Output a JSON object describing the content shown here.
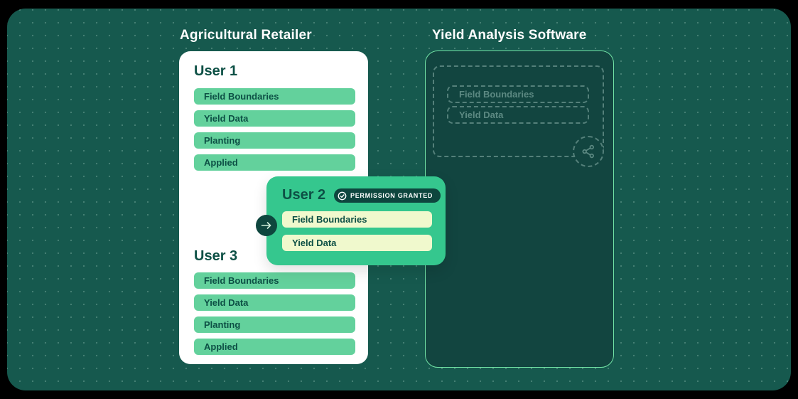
{
  "diagram": {
    "left_section": {
      "title": "Agricultural Retailer",
      "user1": {
        "name": "User 1",
        "items": [
          "Field Boundaries",
          "Yield Data",
          "Planting",
          "Applied"
        ]
      },
      "user3": {
        "name": "User 3",
        "items": [
          "Field Boundaries",
          "Yield Data",
          "Planting",
          "Applied"
        ]
      }
    },
    "permission_card": {
      "name": "User 2",
      "badge_label": "PERMISSION GRANTED",
      "items": [
        "Field Boundaries",
        "Yield Data"
      ]
    },
    "right_section": {
      "title": "Yield Analysis Software",
      "incoming_items": [
        "Field Boundaries",
        "Yield Data"
      ]
    },
    "icons": {
      "arrow": "arrow-right-icon",
      "check": "check-circle-icon",
      "share": "share-nodes-icon"
    },
    "colors": {
      "outer_background": "#000000",
      "stage_background": "#16594e",
      "panel_background": "#124540",
      "panel_border": "#72e3a6",
      "card_background": "#ffffff",
      "pill_green": "#63d19c",
      "pill_pale": "#f0f9cd",
      "permission_card_green": "#35c78e",
      "dark_accent": "#0e463e",
      "text_dark_teal": "#0d5045",
      "dashed_stroke": "#54807a",
      "title_text": "#ffffff"
    }
  }
}
